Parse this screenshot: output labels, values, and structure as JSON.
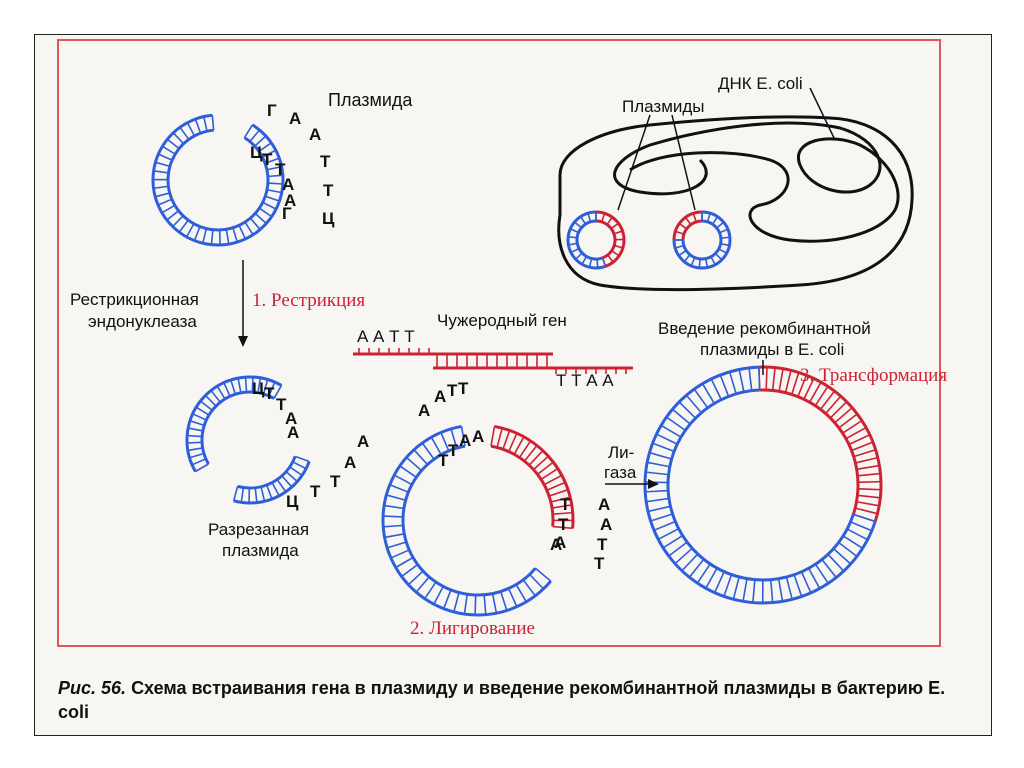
{
  "top_plasmid": {
    "title": "Плазмида",
    "seq_outer": [
      "Г",
      "А",
      "А",
      "Т",
      "Т",
      "Ц"
    ],
    "seq_inner": [
      "Ц",
      "Т",
      "Т",
      "А",
      "А",
      "Г"
    ]
  },
  "restriction": {
    "enzyme": [
      "Рестрикционная",
      "эндонуклеаза"
    ],
    "step": "1. Рестрикция"
  },
  "cut_plasmid": {
    "label": [
      "Разрезанная",
      "плазмида"
    ],
    "end1": [
      "Ц",
      "Т",
      "Т",
      "А",
      "А"
    ],
    "end2": [
      "А",
      "А",
      "Т",
      "Т",
      "Ц"
    ]
  },
  "foreign_gene": {
    "label": "Чужеродный ген",
    "left_end": "А А Т Т",
    "right_end": "Т Т А А"
  },
  "ligation": {
    "enzyme": [
      "Ли-",
      "газа"
    ],
    "step": "2. Лигирование",
    "seq_top_outer": [
      "А",
      "А",
      "Т",
      "Т"
    ],
    "seq_top_inner": [
      "Т",
      "Т",
      "А",
      "А"
    ],
    "seq_right_outer": [
      "А",
      "А",
      "Т",
      "Т"
    ],
    "seq_right_inner": [
      "Т",
      "Т",
      "А",
      "А"
    ]
  },
  "transformation": {
    "dna_label": "ДНК E. coli",
    "plasmids_label": "Плазмиды",
    "intro_label": [
      "Введение рекомбинантной",
      "плазмиды в E. coli"
    ],
    "step": "3. Трансформация"
  },
  "caption": {
    "fig": "Рис. 56.",
    "text": "Схема встраивания гена в плазмиду и введение рекомбинантной плазмиды в бактерию E. coli"
  },
  "colors": {
    "blue": "#2f5fd8",
    "red": "#cc2233",
    "frame": "#e05555"
  }
}
